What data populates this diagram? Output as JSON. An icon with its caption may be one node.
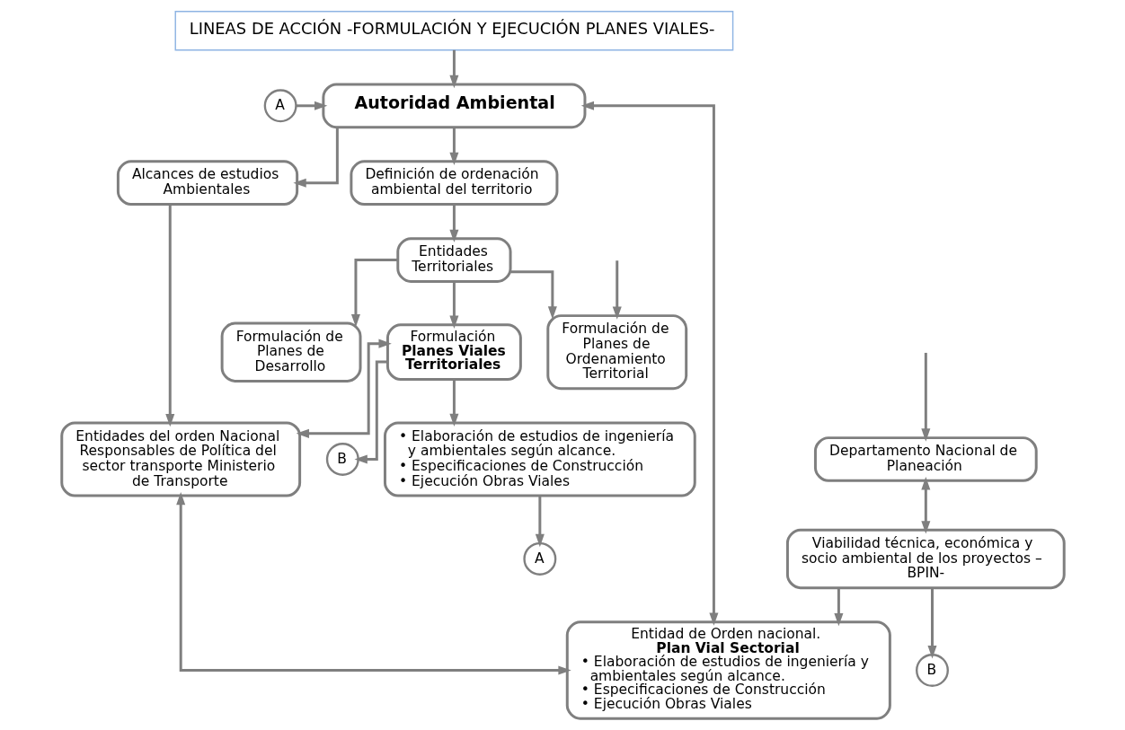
{
  "diagram": {
    "nodes": [
      {
        "text": [
          "LINEAS DE ACCIÓN -FORMULACIÓN Y EJECUCIÓN PLANES VIALES-"
        ]
      },
      {
        "text": [
          "**Autoridad Ambiental**"
        ]
      },
      {
        "text": [
          "A"
        ]
      },
      {
        "text": [
          "Alcances de estudios Ambientales"
        ]
      },
      {
        "text": [
          "Definición de ordenación ambiental del territorio"
        ]
      },
      {
        "text": [
          "Formulación de Planes de Ordenamiento Territorial"
        ]
      },
      {
        "text": [
          "Entidades del orden Nacional Responsables de Política del sector transporte Ministerio de Transporte"
        ]
      },
      {
        "text": [
          "Entidades Territoriales"
        ]
      },
      {
        "text": [
          "Formulación de Planes de Desarrollo"
        ]
      },
      {
        "text": [
          "Formulación",
          "**Planes Viales Territoriales**"
        ]
      },
      {
        "text": [
          "B"
        ]
      },
      {
        "text": [
          "Entidad de Orden nacional.",
          "**Plan Vial Sectorial**",
          "• Elaboración de estudios de ingeniería y ambientales según alcance.",
          "• Especificaciones de Construcción",
          "• Ejecución Obras Viales"
        ]
      },
      {
        "text": [
          "• Elaboración de estudios de ingeniería y ambientales según alcance.",
          "• Especificaciones de Construcción",
          "• Ejecución Obras Viales"
        ]
      },
      {
        "text": [
          "A"
        ]
      },
      {
        "text": [
          "Departamento Nacional de Planeación"
        ]
      },
      {
        "text": [
          "Viabilidad técnica, económica y socio ambiental de los proyectos – BPIN-"
        ]
      },
      {
        "text": [
          "B"
        ]
      }
    ],
    "edges": [
      {
        "from": 0,
        "to": 1,
        "arrow": "to"
      },
      {
        "from": 2,
        "to": 1,
        "arrow": "to"
      },
      {
        "from": 11,
        "to": 1,
        "arrow": "both"
      },
      {
        "from": 1,
        "to": 3,
        "arrow": "to"
      },
      {
        "from": 1,
        "to": 4,
        "arrow": "to"
      },
      {
        "from": 3,
        "to": 6,
        "arrow": "to"
      },
      {
        "from": 4,
        "to": 7,
        "arrow": "to"
      },
      {
        "from": 7,
        "to": 5,
        "arrow": "to"
      },
      {
        "from": 7,
        "to": 8,
        "arrow": "to"
      },
      {
        "from": 7,
        "to": 9,
        "arrow": "to"
      },
      {
        "from": null,
        "to": 5,
        "arrow": "to"
      },
      {
        "from": 9,
        "to": 6,
        "arrow": "both"
      },
      {
        "from": 9,
        "to": 10,
        "arrow": "to"
      },
      {
        "from": 6,
        "to": 11,
        "arrow": "both"
      },
      {
        "from": 9,
        "to": 12,
        "arrow": "to"
      },
      {
        "from": 12,
        "to": 13,
        "arrow": "to"
      },
      {
        "from": null,
        "to": 14,
        "arrow": "to"
      },
      {
        "from": 14,
        "to": 15,
        "arrow": "both"
      },
      {
        "from": 15,
        "to": 11,
        "arrow": "to"
      },
      {
        "from": 15,
        "to": 16,
        "arrow": "to"
      }
    ]
  }
}
